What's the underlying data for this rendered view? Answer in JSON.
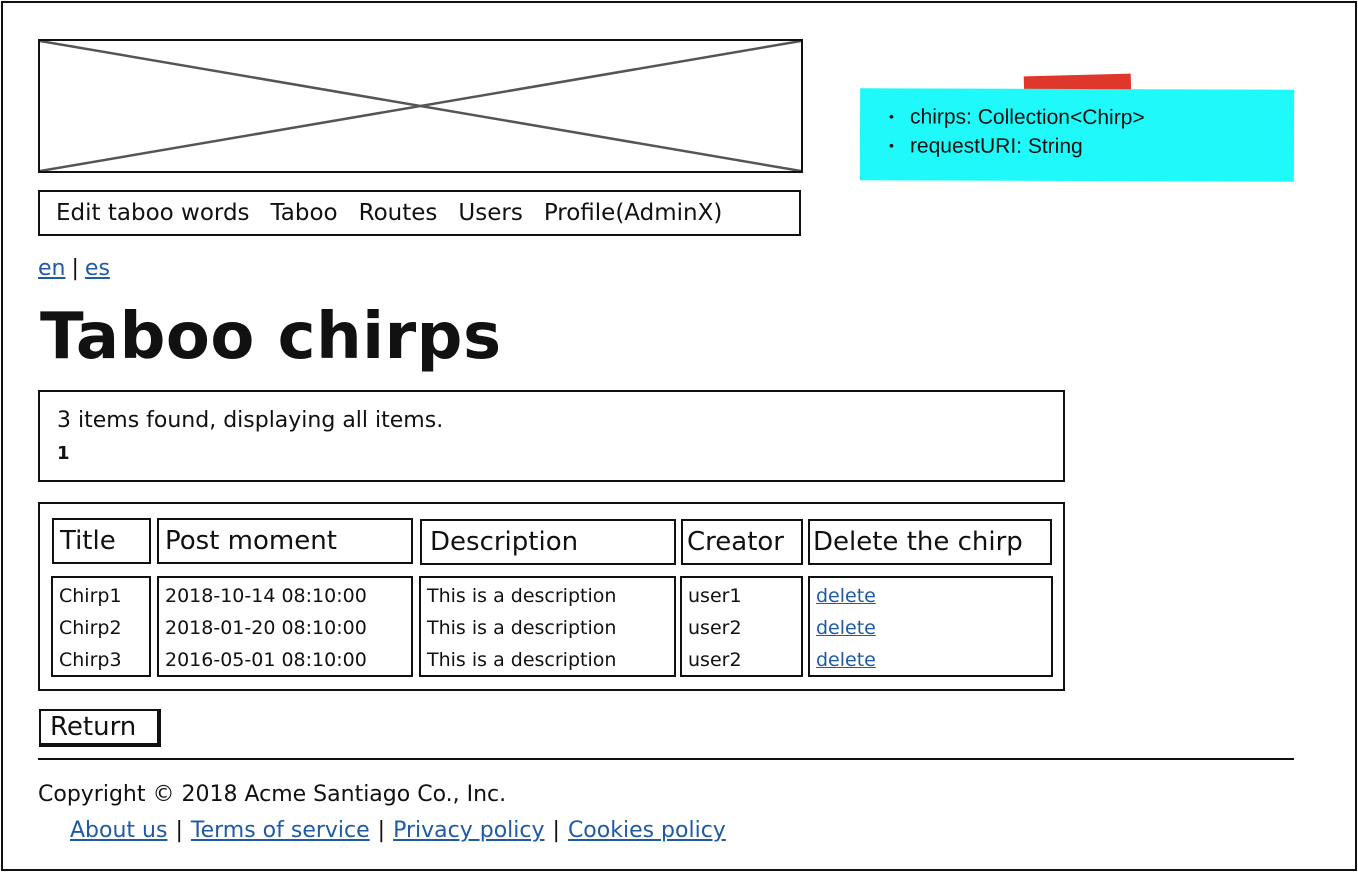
{
  "note": {
    "items": [
      "chirps: Collection<Chirp>",
      "requestURI: String"
    ],
    "background": "#1ff9f9",
    "tape_color": "#e0372d"
  },
  "menu": {
    "items": [
      "Edit taboo words",
      "Taboo",
      "Routes",
      "Users",
      "Profile(AdminX)"
    ]
  },
  "lang": {
    "en": "en",
    "sep": "|",
    "es": "es"
  },
  "page_title": "Taboo chirps",
  "pagination": {
    "summary": "3 items found, displaying all items.",
    "page": "1"
  },
  "table": {
    "headers": [
      "Title",
      "Post moment",
      "Description",
      "Creator",
      "Delete the chirp"
    ],
    "rows": [
      [
        "Chirp1",
        "2018-10-14 08:10:00",
        "This is a description",
        "user1",
        "delete"
      ],
      [
        "Chirp2",
        "2018-01-20 08:10:00",
        "This is a description",
        "user2",
        "delete"
      ],
      [
        "Chirp3",
        "2016-05-01 08:10:00",
        "This is a description",
        "user2",
        "delete"
      ]
    ]
  },
  "return_label": "Return",
  "footer": {
    "copyright": "Copyright © 2018 Acme Santiago Co., Inc.",
    "links": [
      "About us",
      "Terms of service",
      "Privacy policy",
      "Cookies policy"
    ],
    "sep": "|"
  },
  "colors": {
    "link": "#1f5aa6"
  }
}
